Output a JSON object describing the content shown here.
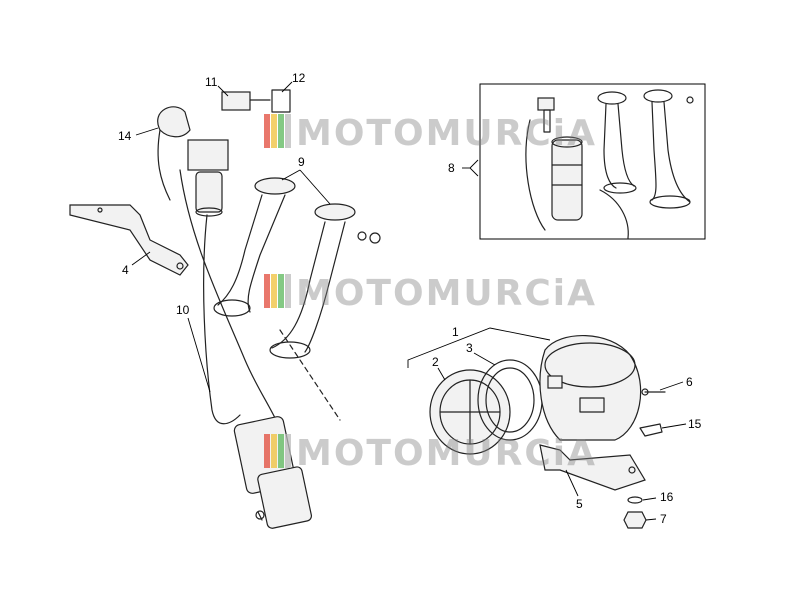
{
  "diagram": {
    "callouts": {
      "c1": "1",
      "c2": "2",
      "c3": "3",
      "c4": "4",
      "c5": "5",
      "c6": "6",
      "c7": "7",
      "c8": "8",
      "c9": "9",
      "c10": "10",
      "c11": "11",
      "c12": "12",
      "c14": "14",
      "c15": "15",
      "c16": "16"
    },
    "colors": {
      "line": "#222222",
      "watermark_text": "#8c8c8c",
      "watermark_stripes": [
        "#e24a3b",
        "#f0c13a",
        "#5cb85c",
        "#bbbbbb"
      ]
    }
  },
  "watermark": {
    "text": "MOTOMURCiA"
  }
}
